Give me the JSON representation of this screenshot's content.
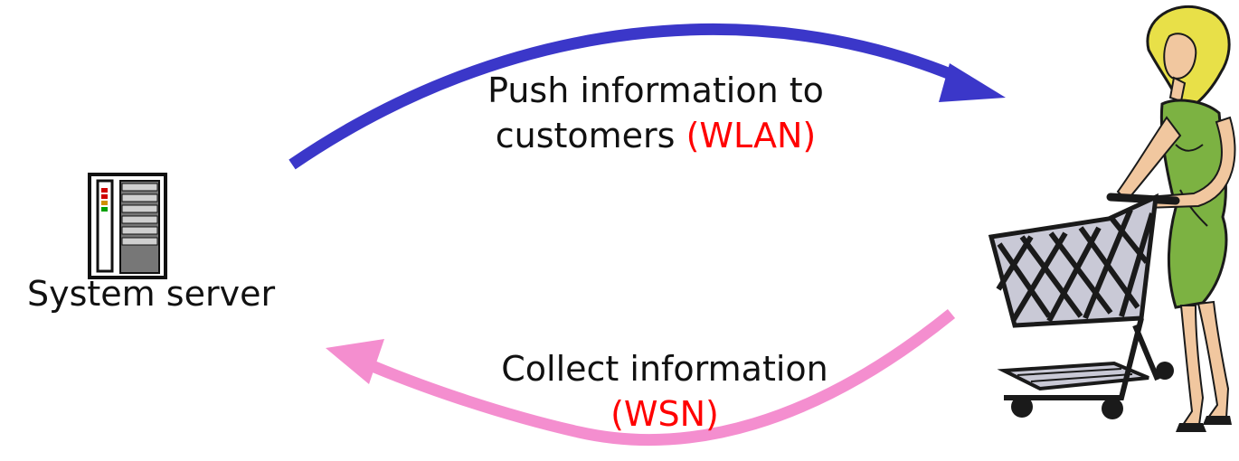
{
  "server": {
    "label": "System server"
  },
  "push": {
    "line1": "Push information to",
    "line2_text": "customers ",
    "line2_accent": "(WLAN)"
  },
  "collect": {
    "line1": "Collect information",
    "line2_accent": "(WSN)"
  },
  "colors": {
    "push_arrow": "#3b37c9",
    "collect_arrow": "#f48ecf",
    "accent": "#ff0000"
  },
  "icons": {
    "server": "server-tower-icon",
    "shopper": "shopper-with-cart-icon"
  }
}
